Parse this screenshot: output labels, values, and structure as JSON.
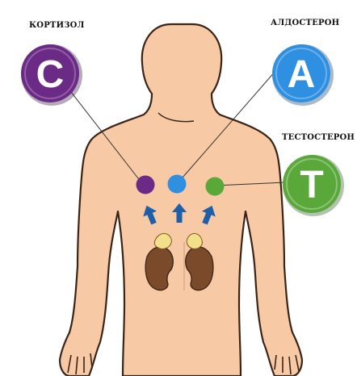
{
  "labels": {
    "cortisol": "КОРТИЗОЛ",
    "aldosterone": "АЛДОСТЕРОН",
    "testosterone": "ТЕСТОСТЕРОН"
  },
  "badges": {
    "cortisol": {
      "letter": "C",
      "color": "#6b2a86"
    },
    "aldosterone": {
      "letter": "A",
      "color": "#2f8fe0"
    },
    "testosterone": {
      "letter": "T",
      "color": "#5aa83a"
    }
  },
  "colors": {
    "skin": "#f7c9a4",
    "skin_outline": "#3a2418",
    "kidney": "#7a4a2a",
    "adrenal": "#f3e08a",
    "arrow": "#1d5fa8"
  }
}
